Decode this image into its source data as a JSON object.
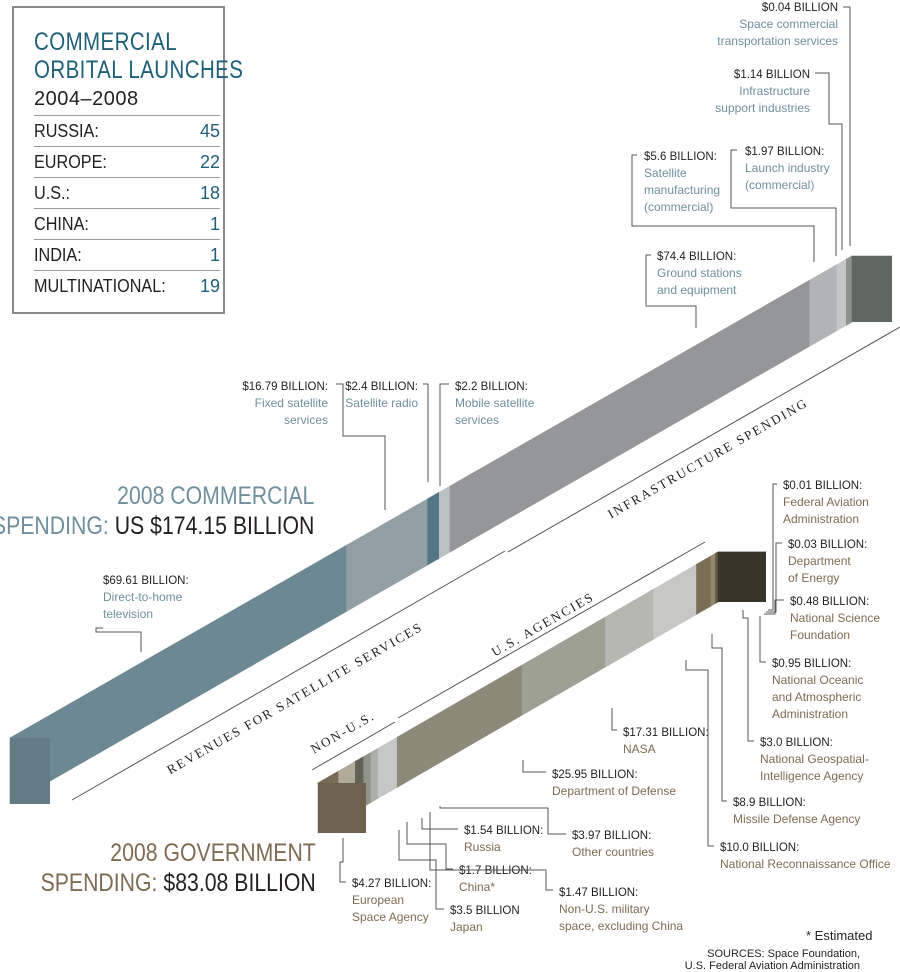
{
  "launches": {
    "title_line1": "COMMERCIAL",
    "title_line2": "ORBITAL LAUNCHES",
    "years": "2004–2008",
    "rows": [
      {
        "country": "RUSSIA:",
        "count": "45"
      },
      {
        "country": "EUROPE:",
        "count": "22"
      },
      {
        "country": "U.S.:",
        "count": "18"
      },
      {
        "country": "CHINA:",
        "count": "1"
      },
      {
        "country": "INDIA:",
        "count": "1"
      },
      {
        "country": "MULTINATIONAL:",
        "count": "19"
      }
    ]
  },
  "commercial": {
    "title_line1": "2008 COMMERCIAL",
    "title_lead": "SPENDING:",
    "title_total": "US $174.15 BILLION",
    "group_labels": [
      "REVENUES FOR SATELLITE SERVICES",
      "INFRASTRUCTURE SPENDING"
    ]
  },
  "government": {
    "title_line1": "2008 GOVERNMENT",
    "title_lead": "SPENDING:",
    "title_total": "$83.08 BILLION",
    "group_labels": [
      "NON-U.S.",
      "U.S. AGENCIES"
    ]
  },
  "chart_data": [
    {
      "type": "bar",
      "title": "2008 COMMERCIAL SPENDING: US $174.15 BILLION",
      "segments": [
        {
          "value": "$69.61 BILLION:",
          "label": "Direct-to-home television",
          "amount": 69.61,
          "group": "REVENUES FOR SATELLITE SERVICES",
          "color": "#7b9aa6"
        },
        {
          "value": "$16.79 BILLION:",
          "label": "Fixed satellite services",
          "amount": 16.79,
          "group": "REVENUES FOR SATELLITE SERVICES",
          "color": "#a6b6bd"
        },
        {
          "value": "$2.4 BILLION:",
          "label": "Satellite radio",
          "amount": 2.4,
          "group": "REVENUES FOR SATELLITE SERVICES",
          "color": "#5f8699"
        },
        {
          "value": "$2.2 BILLION:",
          "label": "Mobile satellite services",
          "amount": 2.2,
          "group": "REVENUES FOR SATELLITE SERVICES",
          "color": "#d6dbde"
        },
        {
          "value": "$74.4 BILLION:",
          "label": "Ground stations and equipment",
          "amount": 74.4,
          "group": "INFRASTRUCTURE SPENDING",
          "color": "#a9abad"
        },
        {
          "value": "$5.6 BILLION:",
          "label": "Satellite manufacturing (commercial)",
          "amount": 5.6,
          "group": "INFRASTRUCTURE SPENDING",
          "color": "#c9cbcd"
        },
        {
          "value": "$1.97 BILLION:",
          "label": "Launch industry (commercial)",
          "amount": 1.97,
          "group": "INFRASTRUCTURE SPENDING",
          "color": "#dfe1e2"
        },
        {
          "value": "$1.14 BILLION",
          "label": "Infrastructure support industries",
          "amount": 1.14,
          "group": "INFRASTRUCTURE SPENDING",
          "color": "#9ea6a3"
        },
        {
          "value": "$0.04 BILLION",
          "label": "Space commercial transportation services",
          "amount": 0.04,
          "group": "INFRASTRUCTURE SPENDING",
          "color": "#7f8a80"
        }
      ]
    },
    {
      "type": "bar",
      "title": "2008 GOVERNMENT SPENDING: $83.08 BILLION",
      "segments": [
        {
          "value": "$4.27 BILLION:",
          "label": "European Space Agency",
          "amount": 4.27,
          "group": "NON-U.S.",
          "color": "#8a7a62"
        },
        {
          "value": "$3.5 BILLION",
          "label": "Japan",
          "amount": 3.5,
          "group": "NON-U.S.",
          "color": "#c9c0ae"
        },
        {
          "value": "$1.7 BILLION:",
          "label": "China*",
          "amount": 1.7,
          "group": "NON-U.S.",
          "color": "#6d6f62"
        },
        {
          "value": "$1.54 BILLION:",
          "label": "Russia",
          "amount": 1.54,
          "group": "NON-U.S.",
          "color": "#a3a79b"
        },
        {
          "value": "$1.47 BILLION:",
          "label": "Non-U.S. military space, excluding China",
          "amount": 1.47,
          "group": "NON-U.S.",
          "color": "#c3c7c0"
        },
        {
          "value": "$3.97 BILLION:",
          "label": "Other countries",
          "amount": 3.97,
          "group": "NON-U.S.",
          "color": "#dfe2e0"
        },
        {
          "value": "$25.95 BILLION:",
          "label": "Department of Defense",
          "amount": 25.95,
          "group": "U.S. AGENCIES",
          "color": "#9e9d88"
        },
        {
          "value": "$17.31 BILLION:",
          "label": "NASA",
          "amount": 17.31,
          "group": "U.S. AGENCIES",
          "color": "#b5b6a8"
        },
        {
          "value": "$10.0 BILLION:",
          "label": "National Reconnaissance Office",
          "amount": 10.0,
          "group": "U.S. AGENCIES",
          "color": "#cfd0c9"
        },
        {
          "value": "$8.9 BILLION:",
          "label": "Missile Defense Agency",
          "amount": 8.9,
          "group": "U.S. AGENCIES",
          "color": "#e1e2de"
        },
        {
          "value": "$3.0 BILLION:",
          "label": "National Geospatial-Intelligence Agency",
          "amount": 3.0,
          "group": "U.S. AGENCIES",
          "color": "#8c7d63"
        },
        {
          "value": "$0.95 BILLION:",
          "label": "National Oceanic and Atmospheric Administration",
          "amount": 0.95,
          "group": "U.S. AGENCIES",
          "color": "#a89a7d"
        },
        {
          "value": "$0.48 BILLION:",
          "label": "National Science Foundation",
          "amount": 0.48,
          "group": "U.S. AGENCIES",
          "color": "#6f6550"
        },
        {
          "value": "$0.03 BILLION:",
          "label": "Department of Energy",
          "amount": 0.03,
          "group": "U.S. AGENCIES",
          "color": "#5c5443"
        },
        {
          "value": "$0.01 BILLION:",
          "label": "Federal Aviation Administration",
          "amount": 0.01,
          "group": "U.S. AGENCIES",
          "color": "#4d4738"
        }
      ]
    }
  ],
  "footnote": "* Estimated",
  "sources": [
    "SOURCES: Space Foundation,",
    "U.S. Federal Aviation Administration"
  ],
  "colors": {
    "commercial_label": "#6f8f9c",
    "government_label": "#7d6b52",
    "title_blue": "#1f5f78"
  }
}
